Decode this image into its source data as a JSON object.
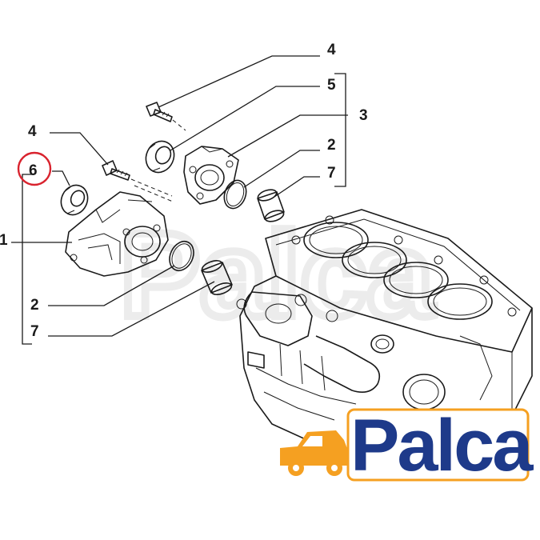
{
  "callouts": {
    "c1": "1",
    "c2_left": "2",
    "c2_right": "2",
    "c3": "3",
    "c4_left": "4",
    "c4_top": "4",
    "c5": "5",
    "c6": "6",
    "c7_left": "7",
    "c7_right": "7"
  },
  "highlight": {
    "target": "6",
    "color": "#d9232e"
  },
  "logo": {
    "text": "Palca",
    "text_color": "#1e3a8a",
    "accent_color": "#f5a021",
    "icon": "van-icon"
  }
}
